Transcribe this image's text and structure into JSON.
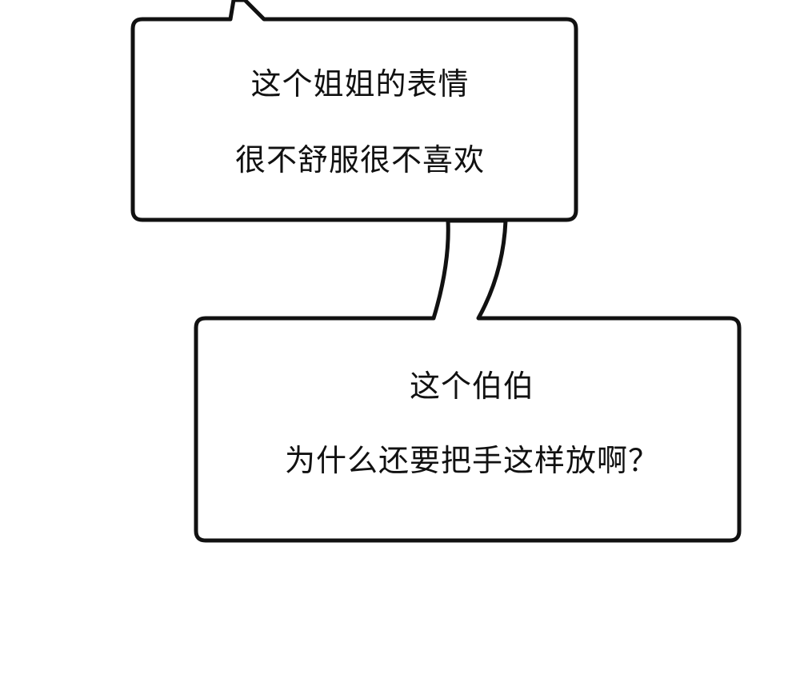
{
  "bubbles": [
    {
      "lines": [
        "这个姐姐的表情",
        "很不舒服很不喜欢"
      ]
    },
    {
      "lines": [
        "这个伯伯",
        "为什么还要把手这样放啊？"
      ]
    }
  ],
  "colors": {
    "background": "#ffffff",
    "outline": "#111111",
    "text": "#111111"
  }
}
